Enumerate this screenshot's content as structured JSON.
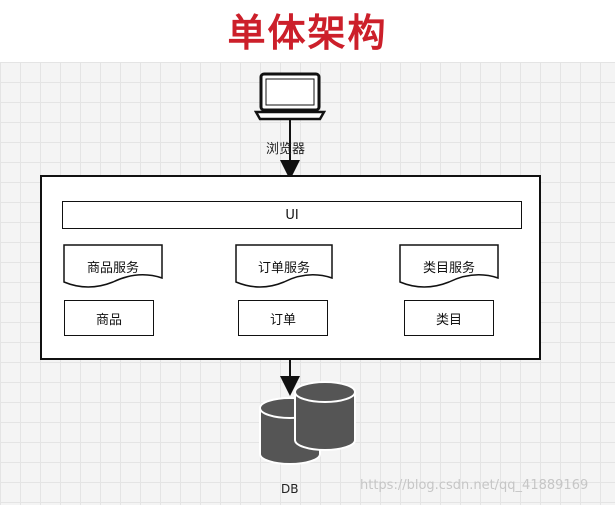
{
  "title": "单体架构",
  "client": {
    "icon": "laptop-icon",
    "label": "浏览器"
  },
  "app": {
    "ui_label": "UI",
    "services": [
      {
        "label": "商品服务",
        "module": "商品"
      },
      {
        "label": "订单服务",
        "module": "订单"
      },
      {
        "label": "类目服务",
        "module": "类目"
      }
    ]
  },
  "db": {
    "icon": "database-icon",
    "label": "DB"
  },
  "watermark": "https://blog.csdn.net/qq_41889169",
  "colors": {
    "title": "#cc1f2a",
    "database": "#555555",
    "stroke": "#111111"
  }
}
